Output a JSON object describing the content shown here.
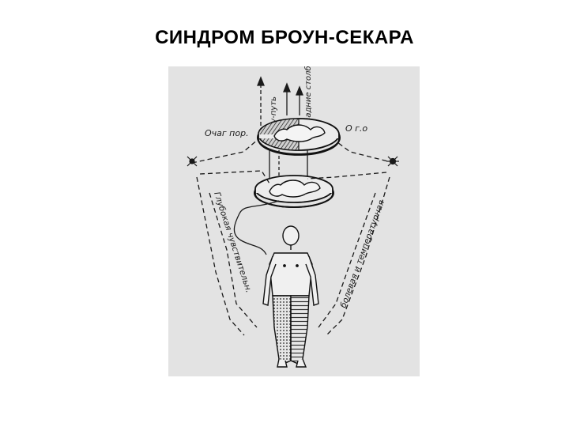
{
  "slide": {
    "title": "СИНДРОМ БРОУН-СЕКАРА"
  },
  "diagram": {
    "labels": {
      "tract_top": "ру-путь",
      "posterior_columns": "задние столбы",
      "lesion_left": "Очаг пор.",
      "lesion_right": "О г.о",
      "left_path": "Глубокая чувствительн.",
      "right_path": "болевая и температурная"
    },
    "colors": {
      "paper": "#e3e3e3",
      "ink": "#1a1a1a",
      "hatch": "#2a2a2a"
    }
  }
}
